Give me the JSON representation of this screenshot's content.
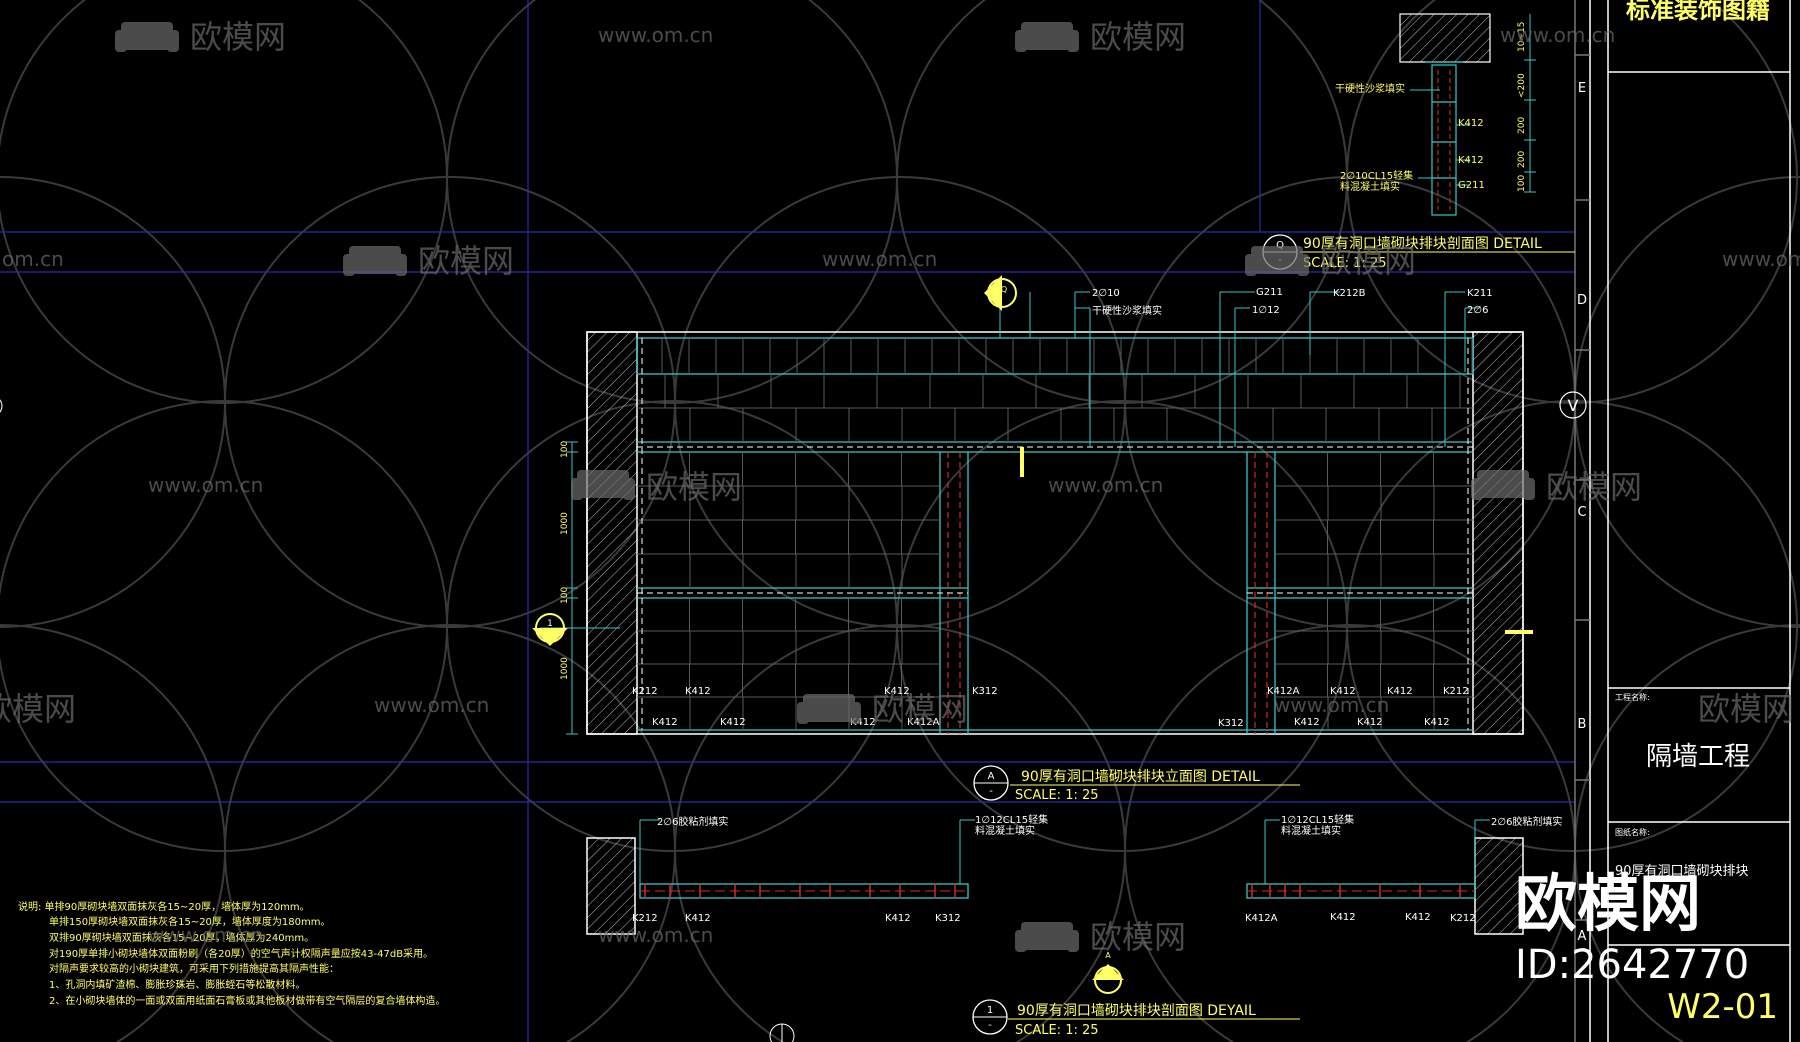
{
  "watermark": {
    "brand": "欧模网",
    "url": "www.om.cn",
    "frag": "om.cn"
  },
  "title_block": {
    "header": "标准装饰图籍",
    "project_label": "工程名称:",
    "project_name": "隔墙工程",
    "drawing_label": "图纸名称:",
    "drawing_name": "90厚有洞口墙砌块排块",
    "sheet_no": "W2-01",
    "grid": [
      "E",
      "D",
      "C",
      "B",
      "A"
    ]
  },
  "brand_mark": {
    "name": "欧模网",
    "id": "ID:2642770"
  },
  "section_a": {
    "num": "Q",
    "sub": "-",
    "title": "90厚有洞口墙砌块排块剖面图   DETAIL",
    "scale": "SCALE: 1: 25",
    "labels": [
      "干硬性沙浆填实",
      "K412",
      "K412",
      "2∅10CL15轻集",
      "料混凝土填实",
      "G211"
    ],
    "dims": [
      "10~15",
      "<200",
      "200",
      "200",
      "100"
    ]
  },
  "elevation": {
    "num": "A",
    "sub": "-",
    "title": "90厚有洞口墙砌块排块立面图   DETAIL",
    "scale": "SCALE: 1: 25",
    "top_labels": [
      "2∅10",
      "干硬性沙浆填实",
      "G211",
      "1∅12",
      "K212B",
      "K211",
      "2∅6"
    ],
    "bottom_labels": [
      "K212",
      "K412",
      "K412",
      "K412",
      "K412",
      "K412",
      "K412A",
      "K312",
      "K412A",
      "K412",
      "K412",
      "K212",
      "K312",
      "K412",
      "K412",
      "K412"
    ],
    "dims": [
      "100",
      "1000",
      "100",
      "1000"
    ],
    "marker": "Q",
    "left_marker": "1",
    "right_marker": "V"
  },
  "section_b": {
    "num": "1",
    "sub": "-",
    "title": "90厚有洞口墙砌块排块剖面图   DEYAIL",
    "scale": "SCALE: 1: 25",
    "labels": [
      "2∅6胶粘剂填实",
      "1∅12CL15轻集",
      "料混凝土填实",
      "1∅12CL15轻集",
      "料混凝土填实",
      "2∅6胶粘剂填实"
    ],
    "blocks": [
      "K212",
      "K412",
      "K412",
      "K312",
      "K412A",
      "K412",
      "K412",
      "K212"
    ],
    "marker": "A"
  },
  "notes": [
    "说明: 单排90厚砌块墙双面抹灰各15~20厚，墙体厚为120mm。",
    "单排150厚砌块墙双面抹灰各15~20厚，墙体厚度为180mm。",
    "双排90厚砌块墙双面抹灰各15~20厚，墙体厚为240mm。",
    "对190厚单排小砌块墙体双面粉刷（各20厚）的空气声计权隔声量应按43-47dB采用。",
    "对隔声要求较高的小砌块建筑，可采用下列措施提高其隔声性能：",
    "1、孔洞内填矿渣棉、膨胀珍珠岩、膨胀蛭石等松散材料。",
    "2、在小砌块墙体的一面或双面用纸面石膏板或其他板材做带有空气隔层的复合墙体构造。"
  ],
  "colors": {
    "cyan": "#39c6c6",
    "yellow": "#ffff66",
    "blue": "#2a2ab4",
    "red": "#d02a2a",
    "grey": "#5a5a5a"
  }
}
